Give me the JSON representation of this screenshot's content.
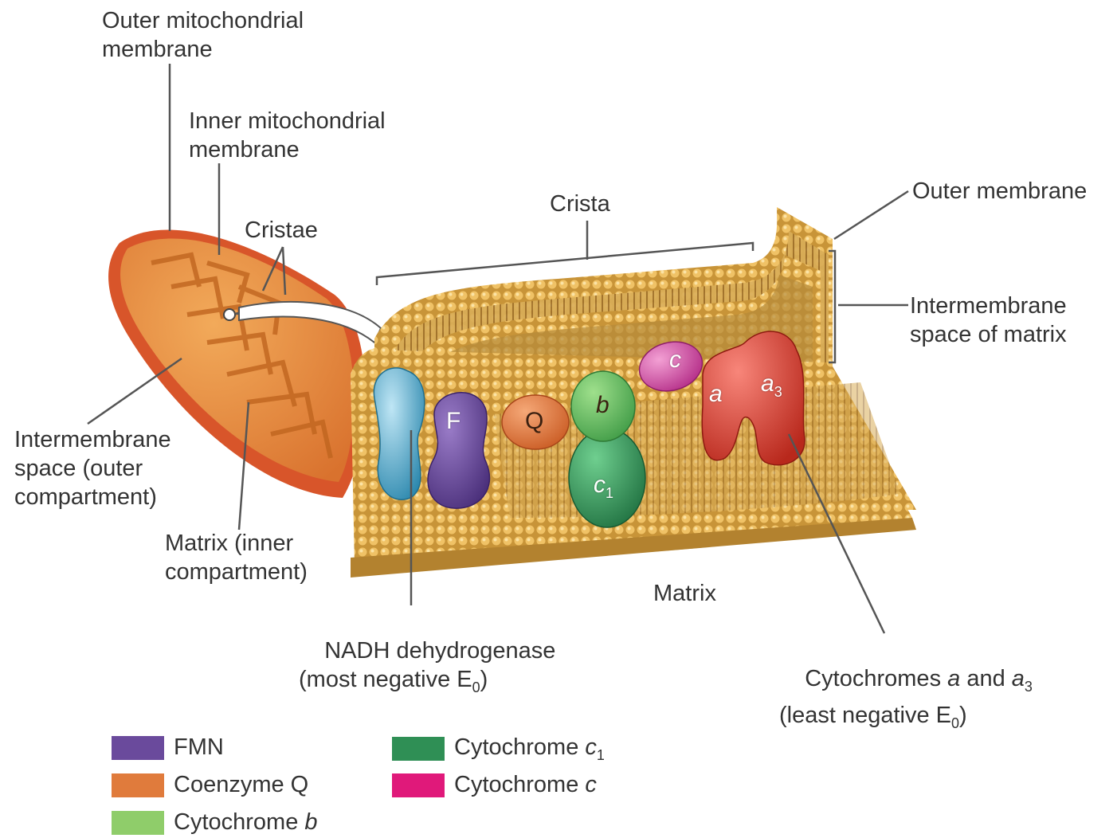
{
  "labels": {
    "outer_mito_membrane": "Outer mitochondrial\nmembrane",
    "inner_mito_membrane": "Inner mitochondrial\nmembrane",
    "cristae": "Cristae",
    "crista": "Crista",
    "outer_membrane": "Outer membrane",
    "intermembrane_matrix": "Intermembrane\nspace of matrix",
    "intermembrane_outer": "Intermembrane\nspace (outer\ncompartment)",
    "matrix_inner": "Matrix (inner\ncompartment)",
    "matrix": "Matrix",
    "nadh_line1": "NADH dehydrogenase",
    "nadh_line2_pre": "(most negative E",
    "nadh_sub": "0",
    "nadh_line2_post": ")",
    "cyto_line1_pre": "Cytochromes ",
    "cyto_a": "a",
    "cyto_and": " and ",
    "cyto_a3": "a",
    "cyto_a3_sub": "3",
    "cyto_line2_pre": "(least negative E",
    "cyto_sub": "0",
    "cyto_line2_post": ")"
  },
  "molecules": {
    "fmn": "F",
    "q": "Q",
    "b": "b",
    "c1": "c",
    "c1_sub": "1",
    "c": "c",
    "a": "a",
    "a3": "a",
    "a3_sub": "3"
  },
  "legend": [
    {
      "label": "FMN",
      "color": "#6a4a9c"
    },
    {
      "label": "Coenzyme Q",
      "color": "#e07b3c"
    },
    {
      "label": "Cytochrome ",
      "label_italic": "b",
      "color": "#8fcd6a"
    },
    {
      "label": "Cytochrome ",
      "label_italic": "c",
      "label_sub": "1",
      "color": "#2f8f55"
    },
    {
      "label": "Cytochrome ",
      "label_italic": "c",
      "color": "#e0197a"
    }
  ],
  "colors": {
    "mito_outer": "#e0602a",
    "mito_inner": "#f0a24a",
    "membrane": "#d9a94a",
    "membrane_dark": "#a8762a",
    "nadh": "#4aa3c8",
    "fmn": "#6a4a9c",
    "coq": "#e07b3c",
    "cyt_b": "#5cb85c",
    "cyt_c1": "#2f8f55",
    "cyt_c": "#d63ea0",
    "cyt_a": "#d8402e"
  }
}
